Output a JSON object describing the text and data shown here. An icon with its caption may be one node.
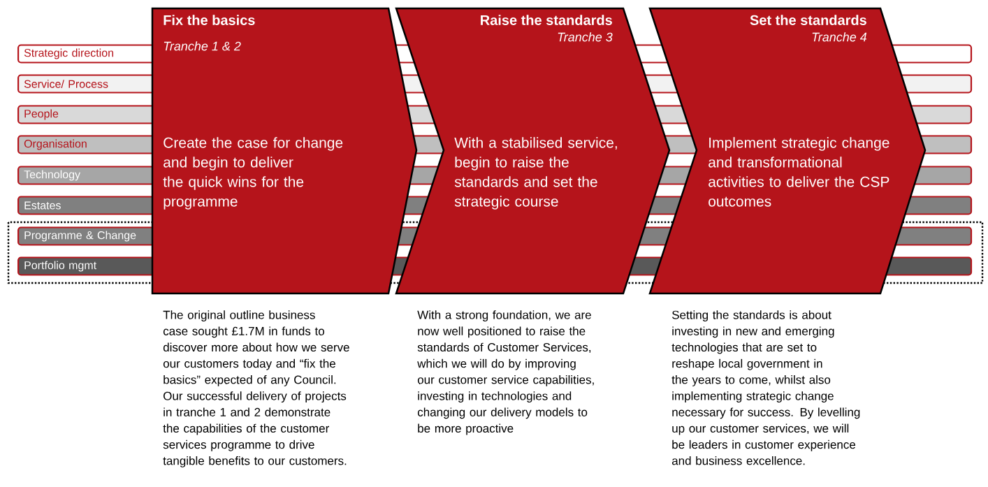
{
  "diagram": {
    "nodes": [
      {
        "text": [
          "Strategic direction"
        ]
      },
      {
        "text": [
          "Service/ Process"
        ]
      },
      {
        "text": [
          "People"
        ]
      },
      {
        "text": [
          "Organisation"
        ]
      },
      {
        "text": [
          "Technology"
        ]
      },
      {
        "text": [
          "Estates"
        ]
      },
      {
        "text": [
          "Programme & Change"
        ]
      },
      {
        "text": [
          "Portfolio mgmt"
        ]
      },
      {
        "text": [
          "Fix the basics",
          "Tranche 1 & 2",
          "Create the case for change and begin to deliver the quick wins for the programme"
        ],
        "beside": [
          "The original outline business case sought £1.7M in funds to discover more about how we serve our customers today and “fix the basics” expected of any Council. Our successful delivery of projects in tranche 1 and 2 demonstrate the capabilities of the customer services programme to drive tangible benefits to our customers."
        ]
      },
      {
        "text": [
          "Raise the standards",
          "Tranche 3",
          "With a stabilised service, begin to raise the standards and set the strategic course"
        ],
        "beside": [
          "With a strong foundation, we are now well positioned to raise the standards of Customer Services, which we will do by improving our customer service capabilities, investing in technologies and changing our delivery models to be more proactive"
        ]
      },
      {
        "text": [
          "Set the standards",
          "Tranche 4",
          "Implement strategic change and transformational activities to deliver the CSP outcomes"
        ],
        "beside": [
          "Setting the standards is about investing in new and emerging technologies that are set to reshape local government in the years to come, whilst also implementing strategic change necessary for success. By levelling up our customer services, we will be leaders in customer experience and business excellence."
        ]
      }
    ]
  }
}
